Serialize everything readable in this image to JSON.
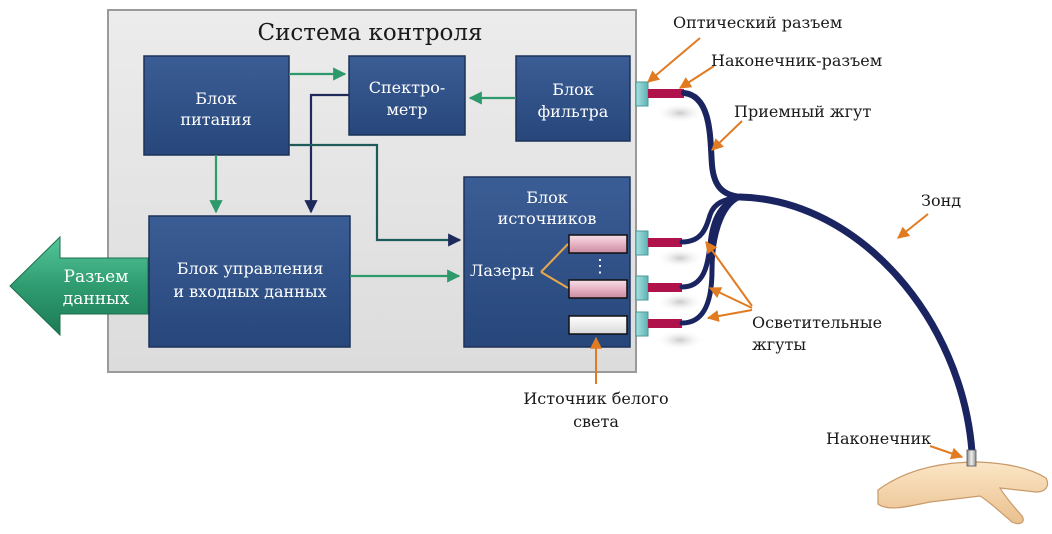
{
  "system": {
    "title": "Система контроля",
    "power": [
      "Блок",
      "питания"
    ],
    "spectrometer": [
      "Спектро-",
      "метр"
    ],
    "filter": [
      "Блок",
      "фильтра"
    ],
    "control": [
      "Блок управления",
      "и входных данных"
    ],
    "sources": [
      "Блок",
      "источников"
    ],
    "lasers": "Лазеры",
    "dots": "⋮"
  },
  "data_port": [
    "Разъем",
    "данных"
  ],
  "labels": {
    "optical_connector": "Оптический разъем",
    "tip_connector": "Наконечник-разъем",
    "receiving_bundle": "Приемный жгут",
    "probe": "Зонд",
    "illumination_bundles": [
      "Осветительные",
      "жгуты"
    ],
    "white_source": [
      "Источник белого",
      "света"
    ],
    "tip": "Наконечник"
  },
  "colors": {
    "block": "#2f5187",
    "arrow_green": "#2e9a6c",
    "arrow_navy": "#1f2a5c",
    "callout": "#e07b22",
    "cable": "#1a2460",
    "port": "#8ccfcf",
    "plug": "#b0124b",
    "laser": "#e8bccb"
  }
}
